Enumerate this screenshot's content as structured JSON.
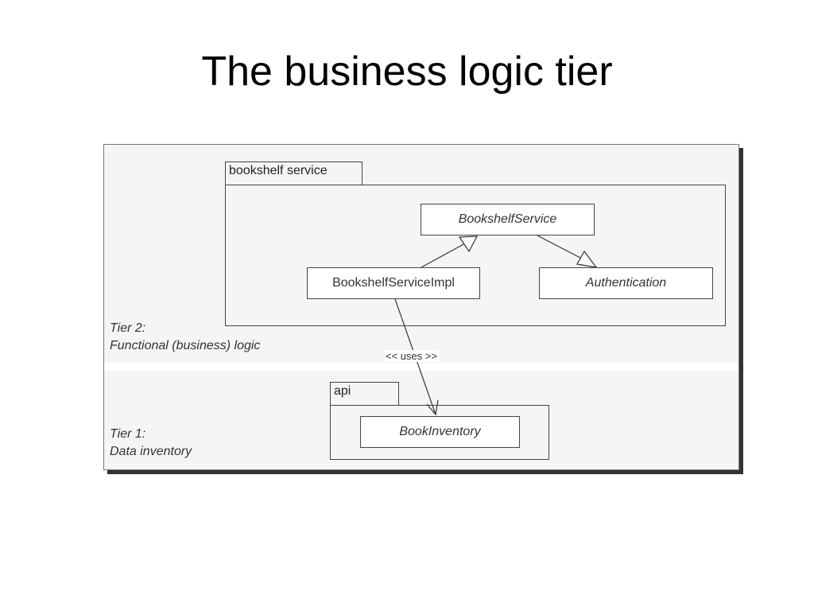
{
  "slide_title": "The business logic tier",
  "packages": {
    "bookshelf_service": "bookshelf service",
    "api": "api"
  },
  "classes": {
    "bookshelf_service_iface": "BookshelfService",
    "bookshelf_service_impl": "BookshelfServiceImpl",
    "authentication": "Authentication",
    "book_inventory": "BookInventory"
  },
  "tiers": {
    "tier2_line1": "Tier 2:",
    "tier2_line2": "Functional (business) logic",
    "tier1_line1": "Tier 1:",
    "tier1_line2": "Data inventory"
  },
  "relations": {
    "uses_label": "<< uses >>"
  }
}
